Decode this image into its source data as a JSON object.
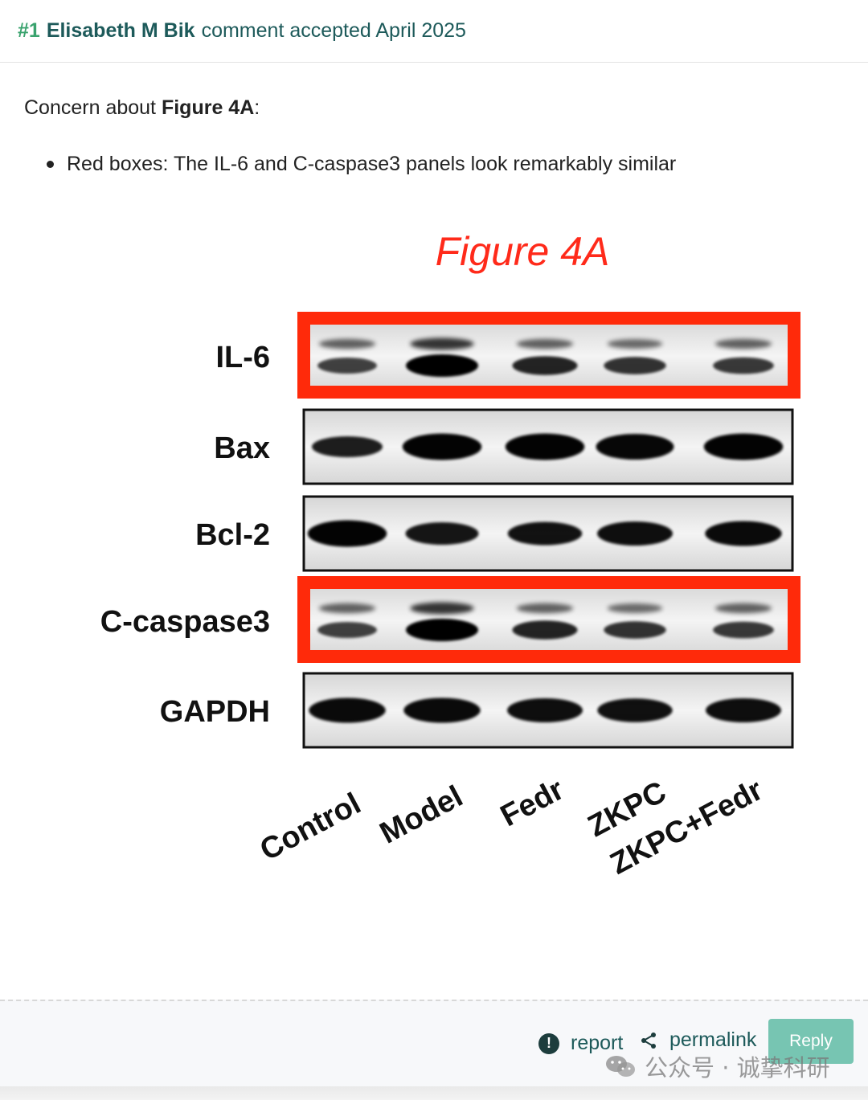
{
  "comment": {
    "number": "#1",
    "author": "Elisabeth M Bik",
    "status": "comment accepted April 2025",
    "concern_prefix": "Concern about ",
    "concern_figure": "Figure 4A",
    "concern_suffix": ":",
    "bullets": [
      "Red boxes: The IL-6 and C-caspase3 panels look remarkably similar"
    ]
  },
  "figure": {
    "title": "Figure 4A",
    "title_color": "#ff2a1a",
    "highlight_color": "#ff2a0a",
    "rows": [
      {
        "label": "IL-6",
        "highlighted": true
      },
      {
        "label": "Bax",
        "highlighted": false
      },
      {
        "label": "Bcl-2",
        "highlighted": false
      },
      {
        "label": "C-caspase3",
        "highlighted": true
      },
      {
        "label": "GAPDH",
        "highlighted": false
      }
    ],
    "lanes": [
      "Control",
      "Model",
      "Fedr",
      "ZKPC",
      "ZKPC+Fedr"
    ]
  },
  "actions": {
    "report": "report",
    "permalink": "permalink",
    "reply": "Reply"
  },
  "watermark": {
    "text": "公众号 · 诚挚科研"
  },
  "icons": {
    "report": "exclamation-circle-icon",
    "permalink": "share-icon",
    "watermark": "wechat-icon"
  }
}
